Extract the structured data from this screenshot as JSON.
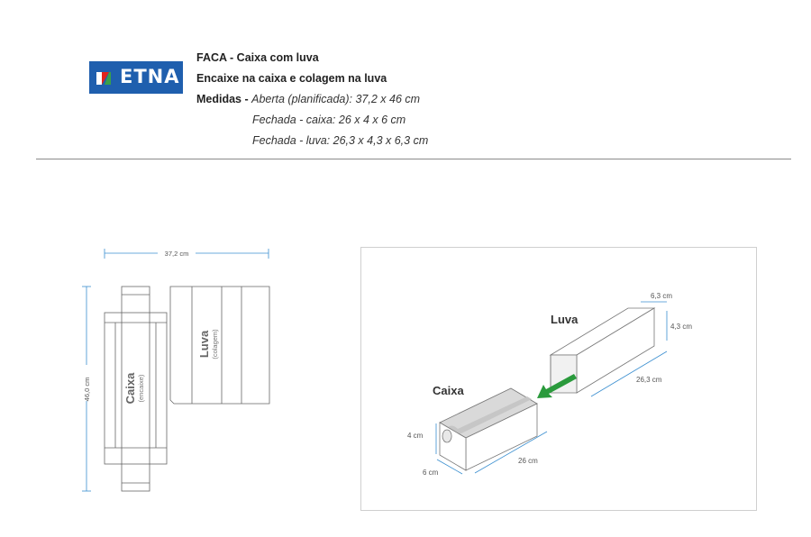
{
  "header": {
    "logo_text": "ETNA",
    "brand_colors": {
      "logo_bg": "#1f5fae",
      "logo_red": "#e2231a",
      "logo_green": "#3aa04a"
    },
    "line1": "FACA - Caixa com luva",
    "line2": "Encaixe na caixa e colagem na luva",
    "medidas_label": "Medidas - ",
    "medidas_aberta": "Aberta (planificada): 37,2 x 46 cm",
    "medidas_caixa": "Fechada - caixa: 26 x 4 x 6 cm",
    "medidas_luva": "Fechada - luva: 26,3 x 4,3 x 6,3 cm"
  },
  "dieline": {
    "width_label": "37,2 cm",
    "height_label": "46,0 cm",
    "caixa_label": "Caixa",
    "caixa_sub": "(encaixe)",
    "luva_label": "Luva",
    "luva_sub": "(colagem)"
  },
  "assembly": {
    "luva_label": "Luva",
    "caixa_label": "Caixa",
    "luva_dims": [
      "6,3 cm",
      "4,3 cm",
      "26,3 cm"
    ],
    "caixa_dims": [
      "4 cm",
      "6 cm",
      "26 cm"
    ],
    "arrow_color": "#2a9a3c",
    "dim_color": "#3b8fd0"
  }
}
